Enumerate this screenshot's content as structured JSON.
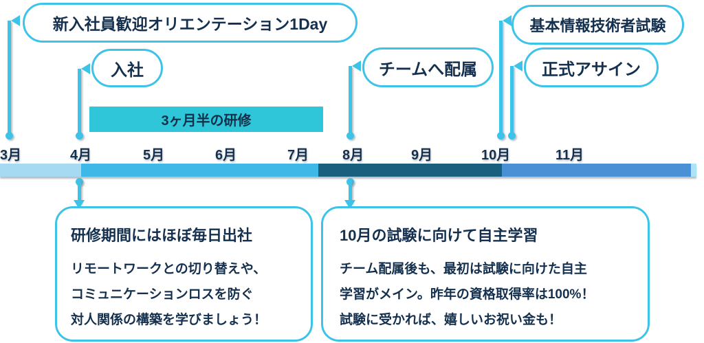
{
  "palette": {
    "accent_cyan": "#3EC3E8",
    "text_navy": "#14304E",
    "band_teal": "#2EC6D8",
    "bar_light_blue": "#A6DAF2",
    "bar_mid_blue": "#3EB9E7",
    "bar_dark_teal": "#1B5F7F",
    "bar_blue": "#4A90D5",
    "bar_tip_light": "#AEE3F6"
  },
  "events": {
    "orientation": {
      "label": "新入社員歓迎オリエンテーション1Day"
    },
    "join": {
      "label": "入社"
    },
    "team": {
      "label": "チームへ配属"
    },
    "exam": {
      "label": "基本情報技術者試験"
    },
    "assign": {
      "label": "正式アサイン"
    }
  },
  "training_band": {
    "label": "3ヶ月半の研修"
  },
  "timeline": {
    "months": [
      "3月",
      "4月",
      "5月",
      "6月",
      "7月",
      "8月",
      "9月",
      "10月",
      "11月"
    ]
  },
  "notes": [
    {
      "title": "研修期間にはほぼ毎日出社",
      "lines": [
        "リモートワークとの切り替えや、",
        "コミュニケーションロスを防ぐ",
        "対人関係の構築を学びましょう！"
      ]
    },
    {
      "title": "10月の試験に向けて自主学習",
      "lines": [
        "チーム配属後も、最初は試験に向けた自主",
        "学習がメイン。昨年の資格取得率は100%！",
        "試験に受かれば、嬉しいお祝い金も！"
      ]
    }
  ]
}
